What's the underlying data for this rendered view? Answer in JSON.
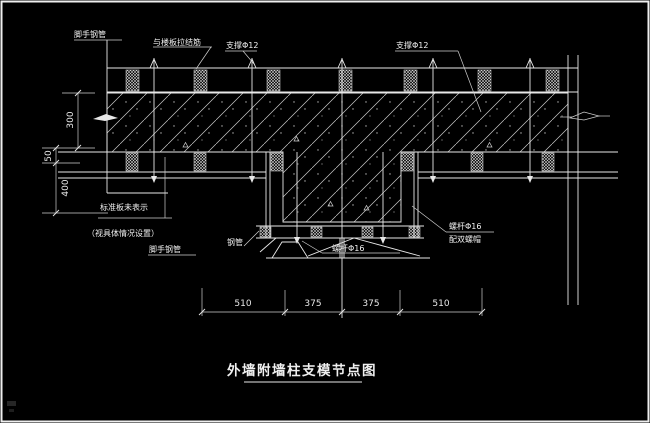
{
  "title": {
    "text": "外墙附墙柱支模节点图"
  },
  "labels": {
    "top_left_pipe": "脚手钢管",
    "slab_tie": "与楼板拉结筋",
    "support_left": "支撑Φ12",
    "support_right": "支撑Φ12",
    "note_line1": "标准板未表示",
    "note_line2": "（视具体情况设置）",
    "bottom_pipe": "脚手钢管",
    "pipe": "钢管",
    "tie_rod_bottom": "螺杆Φ16",
    "tie_rod_right": "螺杆Φ16",
    "double_nut": "配双螺帽"
  },
  "dims": {
    "vertical": [
      "300",
      "50",
      "400"
    ],
    "horizontal": [
      "510",
      "375",
      "375",
      "510"
    ]
  },
  "colors": {
    "background": "#000000",
    "line": "#e8e8e8",
    "text": "#f0f0f0",
    "frame": "#efefef"
  }
}
